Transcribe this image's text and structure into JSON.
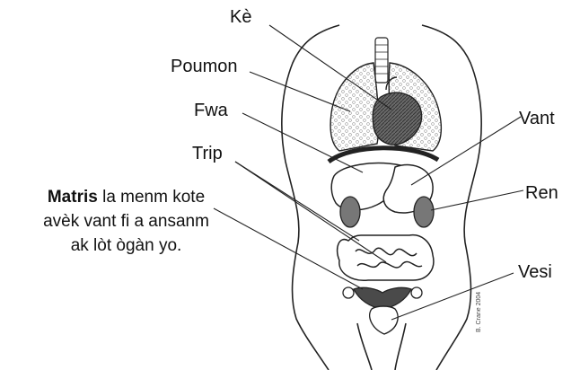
{
  "diagram": {
    "labels": {
      "heart": "Kè",
      "lungs": "Poumon",
      "liver": "Fwa",
      "intestines": "Trip",
      "stomach": "Vant",
      "kidney": "Ren",
      "bladder": "Vesi"
    },
    "uterus_note": {
      "term": "Matris",
      "line1_rest": " la menm kote",
      "line2": "avèk vant fi a ansanm",
      "line3": "ak lòt ògàn yo."
    },
    "artist_signature": "B. Crane 2004"
  },
  "colors": {
    "line": "#222222",
    "text": "#111111",
    "organ_dark": "#4a4a4a",
    "lung_fill": "#eeeeee"
  }
}
